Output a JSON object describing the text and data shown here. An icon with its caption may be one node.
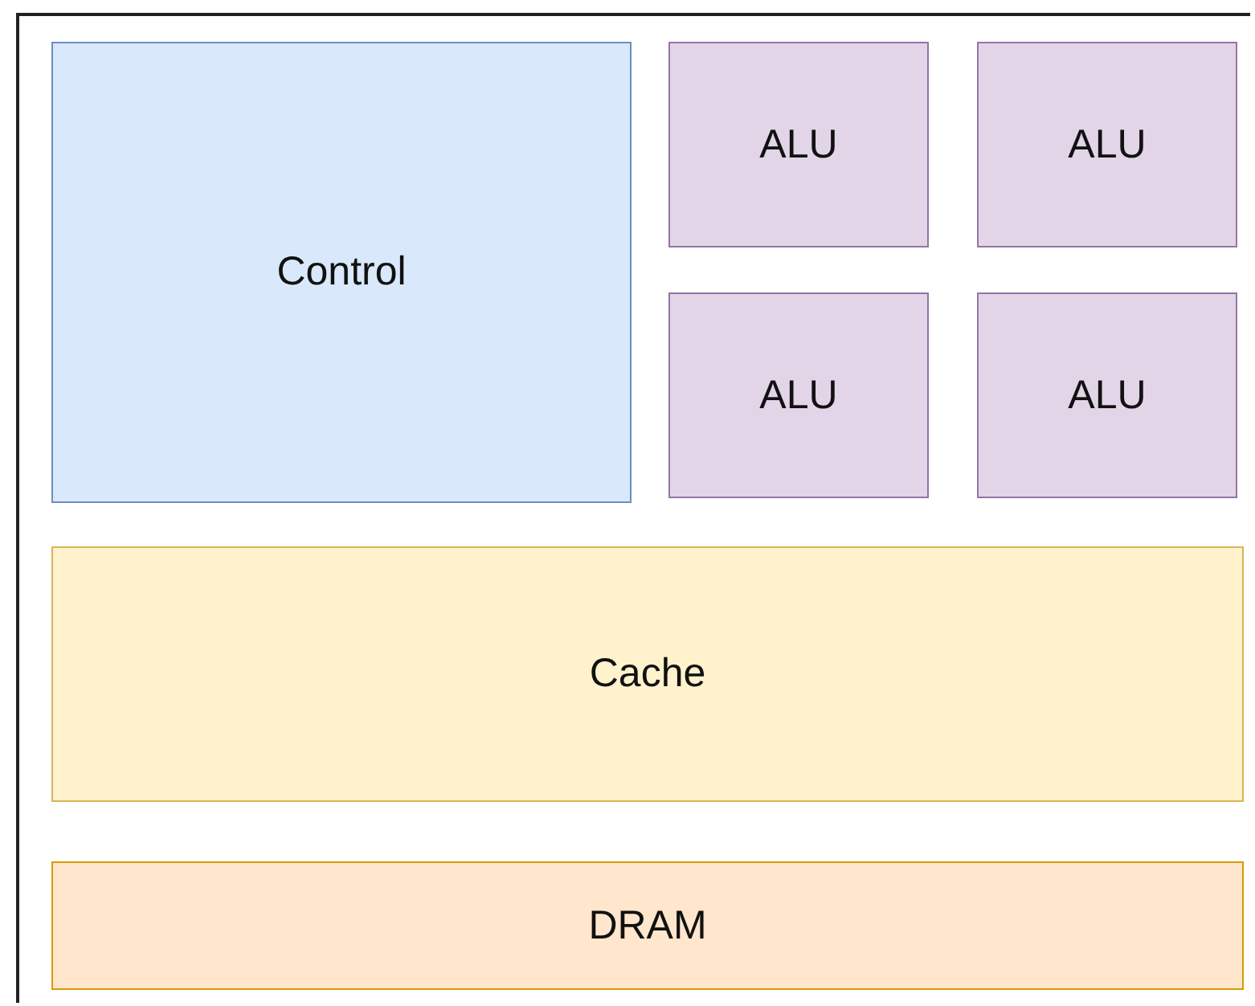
{
  "diagram": {
    "nodes": [
      {
        "text": [],
        "shape": "box"
      },
      {
        "text": [
          "Control"
        ],
        "in": 0
      },
      {
        "text": [
          "ALU"
        ],
        "in": 0
      },
      {
        "text": [
          "ALU"
        ],
        "in": 0
      },
      {
        "text": [
          "ALU"
        ],
        "in": 0
      },
      {
        "text": [
          "ALU"
        ],
        "in": 0
      },
      {
        "text": [
          "Cache"
        ],
        "in": 0
      },
      {
        "text": [
          "DRAM"
        ],
        "in": 0
      }
    ],
    "edges": []
  }
}
